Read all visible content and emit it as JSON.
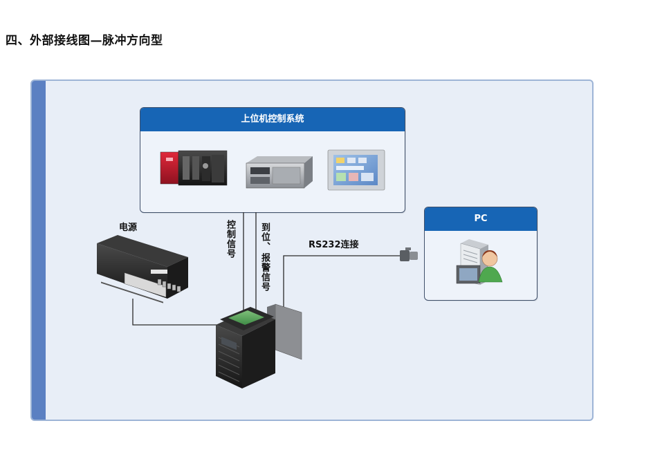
{
  "heading": "四、外部接线图—脉冲方向型",
  "host_box": {
    "title": "上位机控制系统"
  },
  "pc_box": {
    "title": "PC"
  },
  "labels": {
    "power": "电源",
    "control_signal": "控制信号",
    "in_position": "到位、",
    "alarm_signal": "报警信号",
    "rs232": "RS232连接"
  },
  "colors": {
    "header_blue": "#1765b5",
    "panel_bg": "#e8eef7",
    "panel_stripe": "#5b80c2"
  },
  "icons": {
    "plc": "plc-icon",
    "industrial_pc": "industrial-pc-icon",
    "hmi": "hmi-touchscreen-icon",
    "power_supply": "power-supply-icon",
    "servo_motor": "integrated-servo-motor-icon",
    "pc_user": "pc-user-icon",
    "rs232_connector": "rs232-connector-icon"
  }
}
